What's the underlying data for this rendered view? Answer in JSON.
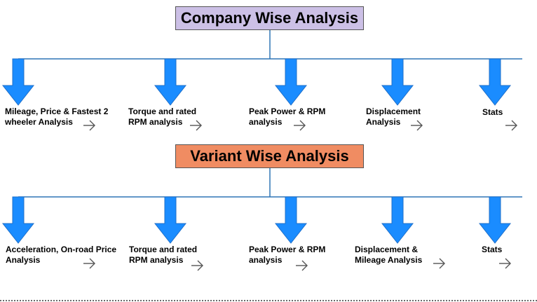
{
  "company_section": {
    "title": "Company Wise Analysis",
    "items": [
      {
        "line1": "Mileage, Price & Fastest 2",
        "line2": "wheeler Analysis"
      },
      {
        "line1": "Torque and rated",
        "line2": "RPM analysis"
      },
      {
        "line1": "Peak Power & RPM",
        "line2": "analysis"
      },
      {
        "line1": "Displacement",
        "line2": "Analysis"
      },
      {
        "line1": "Stats",
        "line2": ""
      }
    ]
  },
  "variant_section": {
    "title": "Variant Wise Analysis",
    "items": [
      {
        "line1": "Acceleration, On-road Price",
        "line2": "Analysis"
      },
      {
        "line1": "Torque and rated",
        "line2": "RPM analysis"
      },
      {
        "line1": "Peak Power & RPM",
        "line2": "analysis"
      },
      {
        "line1": "Displacement &",
        "line2": "Mileage Analysis"
      },
      {
        "line1": "Stats",
        "line2": ""
      }
    ]
  },
  "colors": {
    "company_title_bg": "#ccc0e6",
    "variant_title_bg": "#f08c62",
    "arrow_fill": "#1a8cff",
    "arrow_stroke": "#1f6fc9",
    "connector_line": "#2e75b6"
  },
  "icons": {
    "down_arrow": "down-arrow-icon",
    "go_arrow": "right-arrow-icon"
  }
}
